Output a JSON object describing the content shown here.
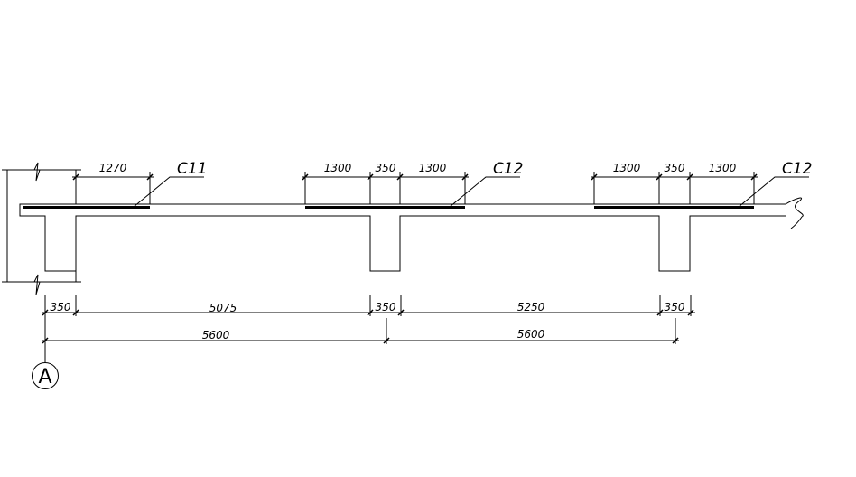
{
  "labels": {
    "c11": "C11",
    "c12a": "C12",
    "c12b": "C12"
  },
  "top_dims": {
    "d1": "1270",
    "d2": "1300",
    "d3": "350",
    "d4": "1300",
    "d5": "1300",
    "d6": "350",
    "d7": "1300"
  },
  "bottom_dims_row1": {
    "d1": "350",
    "d2": "5075",
    "d3": "350",
    "d4": "5250",
    "d5": "350"
  },
  "bottom_dims_row2": {
    "d1": "5600",
    "d2": "5600"
  },
  "axis": {
    "label": "A"
  }
}
